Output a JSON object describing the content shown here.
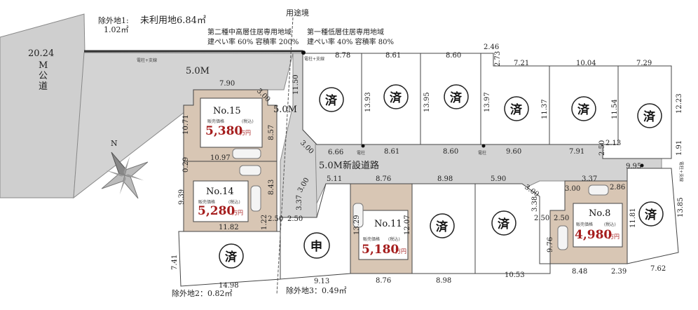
{
  "top_labels": {
    "excluded_1_label": "除外地1:",
    "excluded_1_area": "1.02㎡",
    "unused_land": "未利用地6.84㎡",
    "zone_boundary": "用途境",
    "zone_left_line1": "第二種中高層住居専用地域",
    "zone_left_line2": "建ぺい率 60%  容積率 200%",
    "zone_right_line1": "第一種低層住居専用地域",
    "zone_right_line2": "建ぺい率 40%  容積率 80%",
    "utility_pole_left": "電柱+支線",
    "utility_pole_mid": "電柱+支線",
    "utility_pole_right": "電柱+支線"
  },
  "road_labels": {
    "public_road_width": "20.24",
    "public_road_unit": "M",
    "public_road_char1": "公",
    "public_road_char2": "道",
    "road_5m_top": "5.0M",
    "road_5m_mid": "5.0M",
    "new_road": "5.0M新設道路",
    "pole_small_1": "電柱",
    "pole_small_2": "電柱"
  },
  "lots": [
    {
      "id": "no15",
      "number": "No.15",
      "price": "5,380",
      "unit": "万円",
      "tag": "販売価格",
      "tax": "(税込)"
    },
    {
      "id": "no14",
      "number": "No.14",
      "price": "5,280",
      "unit": "万円",
      "tag": "販売価格",
      "tax": "(税込)"
    },
    {
      "id": "no11",
      "number": "No.11",
      "price": "5,180",
      "unit": "万円",
      "tag": "販売価格",
      "tax": "(税込)"
    },
    {
      "id": "no8",
      "number": "No.8",
      "price": "4,980",
      "unit": "万円",
      "tag": "販売価格",
      "tax": "(税込)"
    }
  ],
  "status_marks": {
    "sold": "済",
    "pending": "申"
  },
  "bottom_labels": {
    "excluded_2": "除外地2：0.82㎡",
    "excluded_3": "除外地3：0.49㎡"
  },
  "dimensions": {
    "d_7_90": "7.90",
    "d_3_00_a": "3.00",
    "d_11_50": "11.50",
    "d_10_71": "10.71",
    "d_8_57": "8.57",
    "d_10_97": "10.97",
    "d_0_29": "0.29",
    "d_9_39": "9.39",
    "d_8_43": "8.43",
    "d_11_82": "11.82",
    "d_1_22": "1.22",
    "d_2_50_a": "2.50",
    "d_2_50_b": "2.50",
    "d_3_00_b": "3.00",
    "d_3_37_a": "3.37",
    "d_3_00_c": "3.00",
    "d_6_66": "6.66",
    "d_8_78": "8.78",
    "d_8_61_top": "8.61",
    "d_8_60_top": "8.60",
    "d_2_46": "2.46",
    "d_2_73": "2.73",
    "d_7_21": "7.21",
    "d_10_04": "10.04",
    "d_7_29": "7.29",
    "d_13_93": "13.93",
    "d_13_95": "13.95",
    "d_13_97": "13.97",
    "d_11_37": "11.37",
    "d_11_54": "11.54",
    "d_12_23": "12.23",
    "d_8_61_mid": "8.61",
    "d_8_60_mid": "8.60",
    "d_9_60": "9.60",
    "d_7_91": "7.91",
    "d_2_13": "2.13",
    "d_2_50_c": "2.50",
    "d_1_91": "1.91",
    "d_9_95": "9.95",
    "d_5_11": "5.11",
    "d_8_76_top": "8.76",
    "d_8_98_top": "8.98",
    "d_5_90": "5.90",
    "d_3_00_d": "3.00",
    "d_3_00_e": "3.00",
    "d_3_37_b": "3.37",
    "d_2_86": "2.86",
    "d_13_29": "13.29",
    "d_12_07": "12.07",
    "d_3_38": "3.38",
    "d_2_50_d": "2.50",
    "d_2_50_e": "2.50",
    "d_9_76": "9.76",
    "d_11_81": "11.81",
    "d_13_85": "13.85",
    "d_7_41": "7.41",
    "d_14_98": "14.98",
    "d_9_13": "9.13",
    "d_8_76_bot": "8.76",
    "d_8_98_bot": "8.98",
    "d_10_53": "10.53",
    "d_8_48": "8.48",
    "d_2_39": "2.39",
    "d_7_62": "7.62"
  },
  "compass": {
    "north": "N"
  },
  "colors": {
    "road_gray": "#cfcfcf",
    "parcel_tan": "#d8c6b4",
    "price_red": "#a51d1d",
    "line": "#444444"
  }
}
